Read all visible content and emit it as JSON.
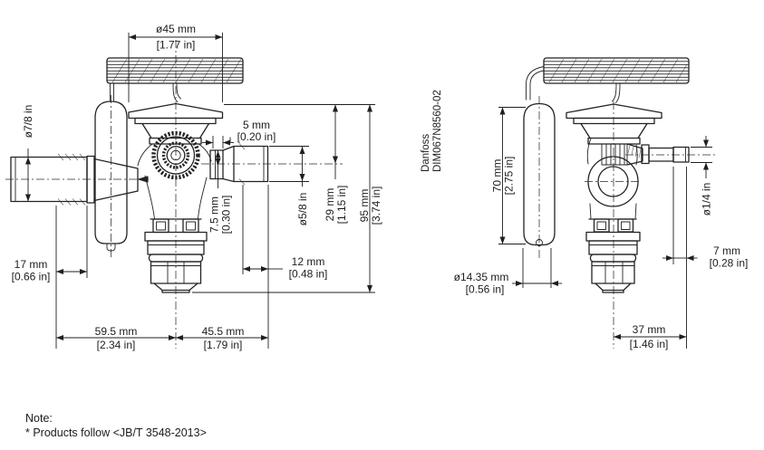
{
  "meta": {
    "brand": "Danfoss",
    "doc_number": "DIM067N8560-02",
    "ink_color": "#1f1f1f",
    "background_color": "#ffffff"
  },
  "note": {
    "title": "Note:",
    "body": "* Products follow <JB/T 3548-2013>"
  },
  "front_view": {
    "dim_element_diameter_mm": "ø45 mm",
    "dim_element_diameter_in": "[1.77 in]",
    "dim_inlet_od": "ø7/8 in",
    "dim_inlet_cup_mm": "17 mm",
    "dim_inlet_cup_in": "[0.66 in]",
    "dim_stub_width_mm": "5 mm",
    "dim_stub_width_in": "[0.20 in]",
    "dim_stub_offset_mm": "7.5 mm",
    "dim_stub_offset_in": "[0.30 in]",
    "dim_outlet_od": "ø5/8 in",
    "dim_outlet_cup_mm": "12 mm",
    "dim_outlet_cup_in": "[0.48 in]",
    "dim_axis_height_mm": "29 mm",
    "dim_axis_height_in": "[1.15 in]",
    "dim_total_height_mm": "95 mm",
    "dim_total_height_in": "[3.74 in]",
    "dim_span_left_mm": "59.5 mm",
    "dim_span_left_in": "[2.34 in]",
    "dim_span_right_mm": "45.5 mm",
    "dim_span_right_in": "[1.79 in]"
  },
  "side_view": {
    "dim_bulb_length_mm": "70 mm",
    "dim_bulb_length_in": "[2.75 in]",
    "dim_bulb_od_mm": "ø14.35 mm",
    "dim_bulb_od_in": "[0.56 in]",
    "dim_equalizer_od": "ø1/4 in",
    "dim_equalizer_cup_mm": "7 mm",
    "dim_equalizer_cup_in": "[0.28 in]",
    "dim_center_to_end_mm": "37 mm",
    "dim_center_to_end_in": "[1.46 in]"
  }
}
